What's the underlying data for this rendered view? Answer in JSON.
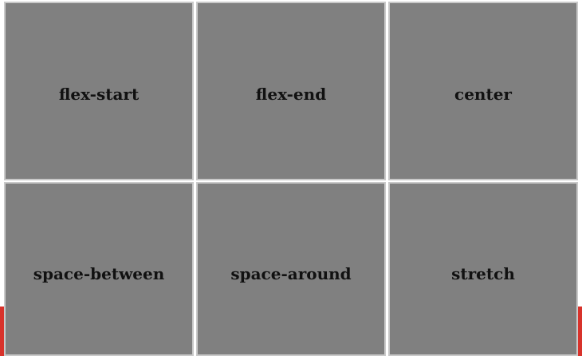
{
  "colors": {
    "background": "#808080",
    "pink": "#f7cdc4",
    "green": "#c6f0bf",
    "lavender": "#c8c8f7",
    "frame": "#c9c9c9",
    "accent_red": "#d8322b"
  },
  "panels": [
    {
      "label": "flex-start"
    },
    {
      "label": "flex-end"
    },
    {
      "label": "center"
    },
    {
      "label": "space-between"
    },
    {
      "label": "space-around"
    },
    {
      "label": "stretch"
    }
  ]
}
